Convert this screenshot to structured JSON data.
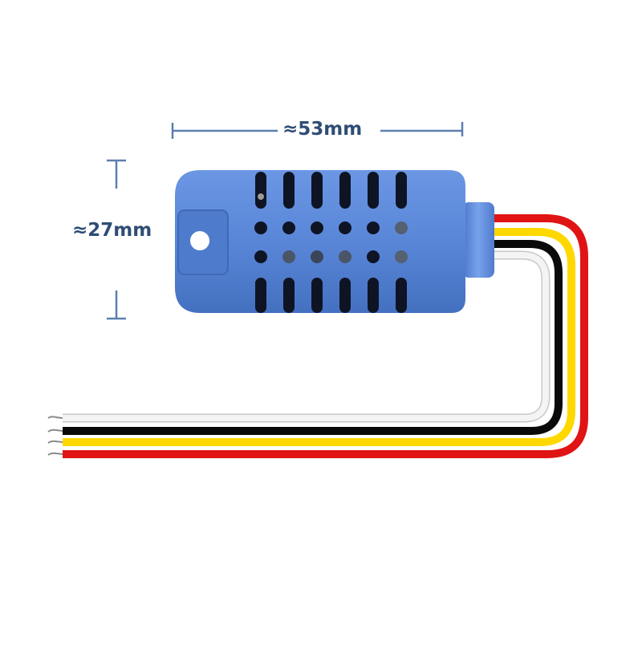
{
  "product": {
    "description": "Blue humidity/temperature sensor module with four-wire lead",
    "body_color": "#5a86d8",
    "body_shadow": "#3f68b8",
    "hole_color": "#0e1424"
  },
  "dimensions": {
    "width_label": "≈53mm",
    "height_label": "≈27mm",
    "line_color": "#5b7fb0",
    "text_color": "#2f4d74"
  },
  "wires": [
    {
      "name": "red",
      "color": "#e01414"
    },
    {
      "name": "yellow",
      "color": "#ffd800"
    },
    {
      "name": "black",
      "color": "#0a0a0a"
    },
    {
      "name": "white",
      "color": "#f2f2f2"
    }
  ]
}
